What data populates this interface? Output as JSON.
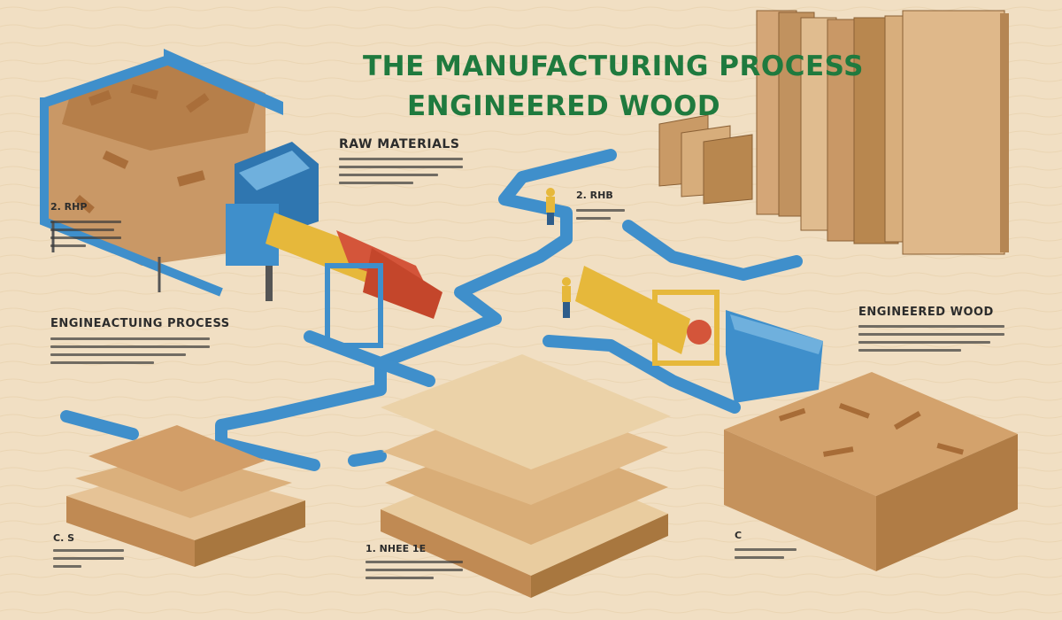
{
  "title": {
    "line1": "THE MANUFACTURING PROCESS",
    "line2": "ENGINEERED WOOD"
  },
  "sections": {
    "raw_materials": {
      "heading": "RAW MATERIALS"
    },
    "step_top_left": {
      "label": "2. RHP"
    },
    "step_center": {
      "label": "2. RHB"
    },
    "process": {
      "heading": "ENGINEACTUING PROCESS"
    },
    "engineered": {
      "heading": "ENGINEERED WOOD"
    },
    "step_bottom_left": {
      "label": "C. S"
    },
    "step_bottom_center": {
      "label": "1. NHEE 1E"
    },
    "step_bottom_right": {
      "label": "C"
    }
  },
  "colors": {
    "background": "#f1dfc3",
    "title": "#1f7a3e",
    "pipe": "#3f8fcb",
    "machine_red": "#d4553a",
    "machine_yellow": "#e6b83b",
    "wood": "#d8ae7c"
  }
}
